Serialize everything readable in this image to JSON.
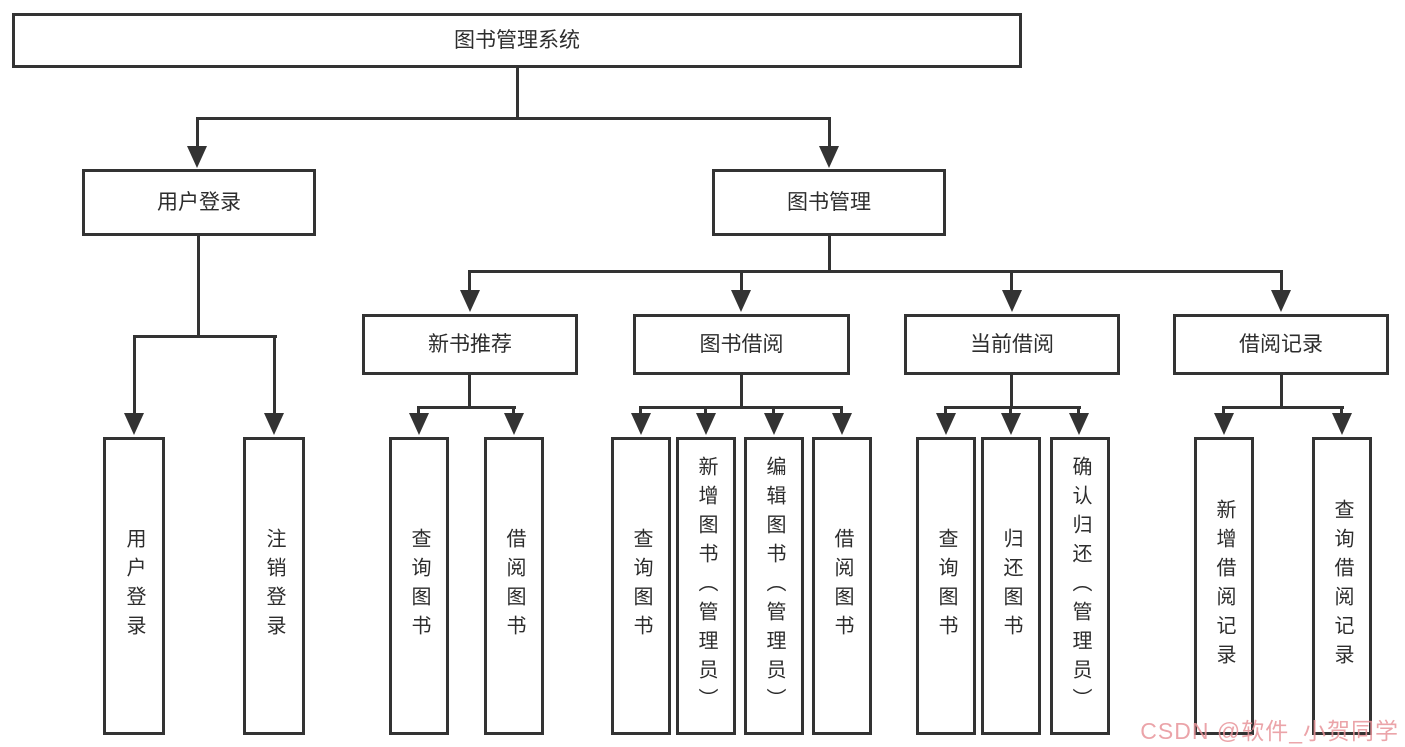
{
  "diagram": {
    "title": "图书管理系统",
    "root": {
      "id": "root",
      "label": "图书管理系统",
      "children": [
        {
          "id": "user-login",
          "label": "用户登录",
          "children": [
            {
              "id": "leaf-user-login",
              "label": "用户登录",
              "children": []
            },
            {
              "id": "leaf-logout",
              "label": "注销登录",
              "children": []
            }
          ]
        },
        {
          "id": "book-mgmt",
          "label": "图书管理",
          "children": [
            {
              "id": "new-book-recommend",
              "label": "新书推荐",
              "children": [
                {
                  "id": "leaf-query-book-1",
                  "label": "查询图书",
                  "children": []
                },
                {
                  "id": "leaf-borrow-book-1",
                  "label": "借阅图书",
                  "children": []
                }
              ]
            },
            {
              "id": "book-borrow",
              "label": "图书借阅",
              "children": [
                {
                  "id": "leaf-query-book-2",
                  "label": "查询图书",
                  "children": []
                },
                {
                  "id": "leaf-add-book",
                  "label": "新增图书（管理员）",
                  "children": []
                },
                {
                  "id": "leaf-edit-book",
                  "label": "编辑图书（管理员）",
                  "children": []
                },
                {
                  "id": "leaf-borrow-book-2",
                  "label": "借阅图书",
                  "children": []
                }
              ]
            },
            {
              "id": "current-borrow",
              "label": "当前借阅",
              "children": [
                {
                  "id": "leaf-query-book-3",
                  "label": "查询图书",
                  "children": []
                },
                {
                  "id": "leaf-return-book",
                  "label": "归还图书",
                  "children": []
                },
                {
                  "id": "leaf-confirm-return",
                  "label": "确认归还（管理员）",
                  "children": []
                }
              ]
            },
            {
              "id": "borrow-records",
              "label": "借阅记录",
              "children": [
                {
                  "id": "leaf-add-record",
                  "label": "新增借阅记录",
                  "children": []
                },
                {
                  "id": "leaf-query-record",
                  "label": "查询借阅记录",
                  "children": []
                }
              ]
            }
          ]
        }
      ]
    },
    "colors": {
      "line": "#333333",
      "box_border": "#333333",
      "box_background": "#ffffff",
      "text": "#2d2d2d",
      "background": "#ffffff",
      "watermark": "#e8959b"
    },
    "watermark": {
      "text": "CSDN @软件_小贺同学"
    }
  }
}
